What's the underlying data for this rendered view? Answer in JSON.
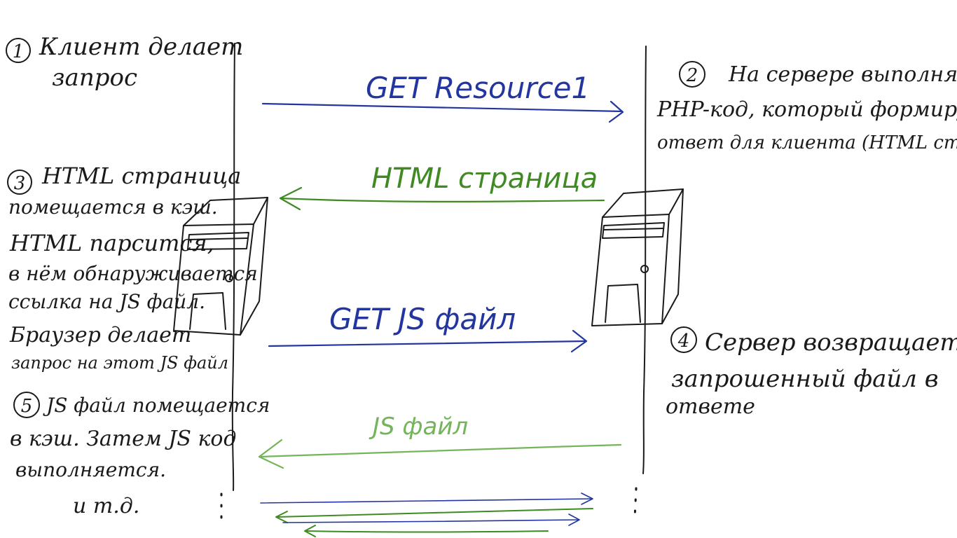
{
  "steps": {
    "step1": {
      "number": "1",
      "lines": [
        "Клиент делает",
        "запрос"
      ]
    },
    "step2": {
      "number": "2",
      "lines": [
        "На сервере выполняется",
        "PHP-код, который формирует",
        "ответ для клиента (HTML страницу)"
      ]
    },
    "step3": {
      "number": "3",
      "lines": [
        "HTML страница",
        "помещается в кэш.",
        "HTML парсится,",
        "в нём обнаруживается",
        "ссылка на JS файл.",
        "Браузер делает",
        "запрос на этот JS файл"
      ]
    },
    "step4": {
      "number": "4",
      "lines": [
        "Сервер возвращает",
        "запрошенный файл в",
        "ответе"
      ]
    },
    "step5": {
      "number": "5",
      "lines": [
        "JS файл помещается",
        "в кэш. Затем JS код",
        "выполняется."
      ]
    },
    "etc": "и т.д."
  },
  "messages": {
    "request1": "GET Resource1",
    "response1": "HTML страница",
    "request2": "GET JS файл",
    "response2": "JS файл"
  },
  "colors": {
    "request": "#2336a0",
    "response": "#3f8a22",
    "response_light": "#74b45a",
    "ink": "#1a1a1a"
  },
  "icons": {
    "client": "computer-tower-icon",
    "server": "computer-tower-icon"
  }
}
